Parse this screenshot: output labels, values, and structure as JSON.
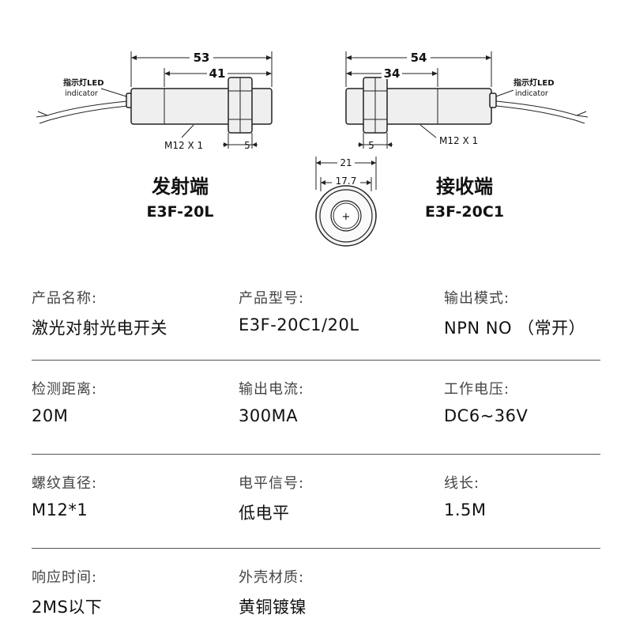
{
  "diagram": {
    "emitter": {
      "total_length": "53",
      "body_length": "41",
      "nut_width": "5",
      "thread": "M12 X 1",
      "indicator_cn": "指示灯LED",
      "indicator_en": "indicator",
      "name_cn": "发射端",
      "model": "E3F-20L"
    },
    "receiver": {
      "total_length": "54",
      "body_length": "34",
      "nut_width": "5",
      "thread": "M12 X 1",
      "indicator_cn": "指示灯LED",
      "indicator_en": "indicator",
      "name_cn": "接收端",
      "model": "E3F-20C1"
    },
    "front": {
      "outer": "21",
      "inner": "17.7"
    }
  },
  "specs": [
    [
      {
        "label": "产品名称:",
        "value": "激光对射光电开关"
      },
      {
        "label": "产品型号:",
        "value": "E3F-20C1/20L"
      },
      {
        "label": "输出模式:",
        "value": "NPN NO （常开）"
      }
    ],
    [
      {
        "label": "检测距离:",
        "value": "20M"
      },
      {
        "label": "输出电流:",
        "value": "300MA"
      },
      {
        "label": "工作电压:",
        "value": "DC6~36V"
      }
    ],
    [
      {
        "label": "螺纹直径:",
        "value": "M12*1"
      },
      {
        "label": "电平信号:",
        "value": "低电平"
      },
      {
        "label": "线长:",
        "value": "1.5M"
      }
    ],
    [
      {
        "label": "响应时间:",
        "value": "2MS以下"
      },
      {
        "label": "外壳材质:",
        "value": "黄铜镀镍"
      }
    ]
  ]
}
